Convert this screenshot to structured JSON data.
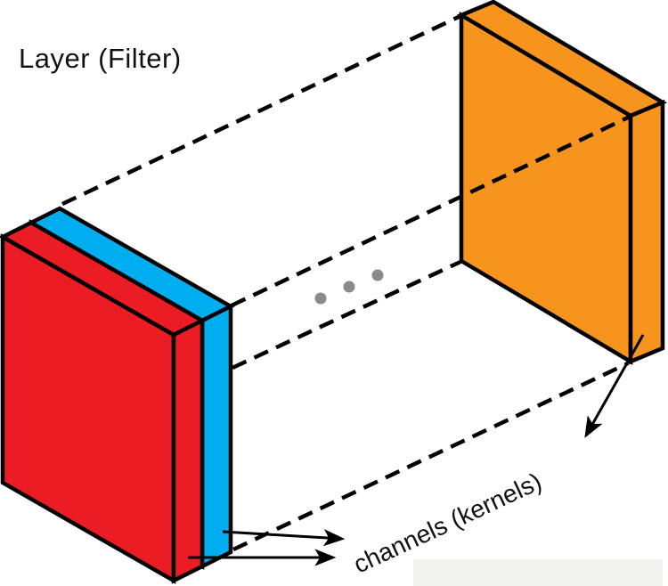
{
  "title": "Layer (Filter)",
  "annotations": {
    "channels_label": "channels (kernels)"
  },
  "colors": {
    "red": "#EC1C24",
    "blue": "#00AEEF",
    "orange": "#F7941E",
    "dot_gray": "#8A8A8A",
    "line_black": "#000000",
    "background": "#FFFFFF",
    "footer_band": "#F3F3EF"
  },
  "slabs": [
    {
      "name": "red-channel",
      "color": "#EC1C24"
    },
    {
      "name": "blue-channel",
      "color": "#00AEEF"
    },
    {
      "name": "orange-kernel",
      "color": "#F7941E"
    }
  ],
  "ellipsis": {
    "dot_count": 3
  },
  "connectors": {
    "dashed_line_count": 4,
    "arrow_count": 3
  }
}
